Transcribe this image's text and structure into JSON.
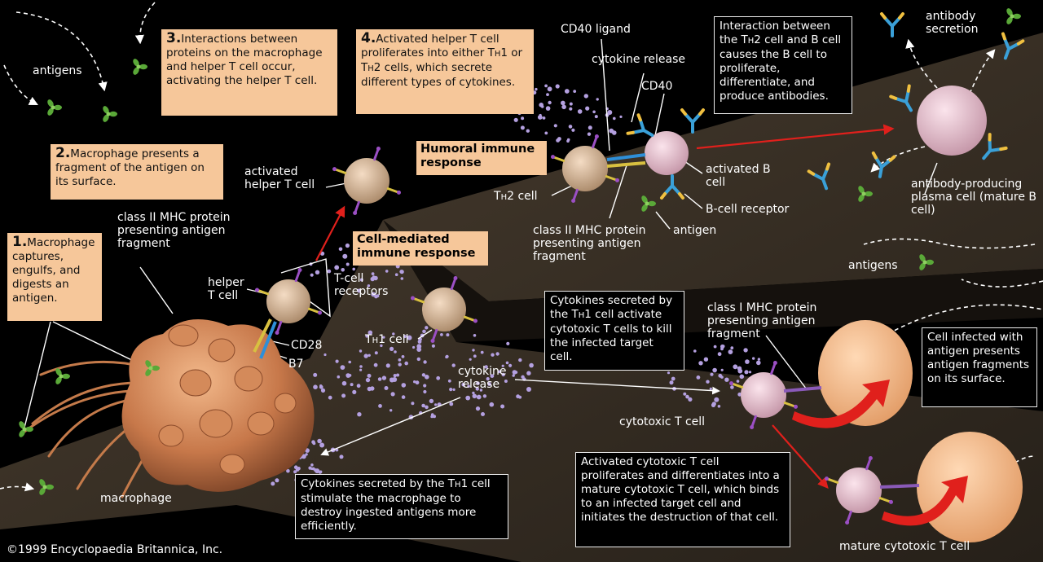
{
  "steps": {
    "s1": {
      "num": "1.",
      "text": "Macrophage captures, engulfs, and digests an antigen."
    },
    "s2": {
      "num": "2.",
      "text": "Macrophage presents a fragment of the antigen on its surface."
    },
    "s3": {
      "num": "3.",
      "text": "Interactions between proteins on the macrophage and helper T cell occur, activating the helper T cell."
    },
    "s4": {
      "num": "4.",
      "text_a": "Activated helper T cell proliferates into either T",
      "sub_a": "H",
      "text_b": "1 or T",
      "sub_b": "H",
      "text_c": "2 cells, which secrete different types of cytokines."
    }
  },
  "headings": {
    "humoral": "Humoral immune response",
    "cell_mediated": "Cell-mediated immune response"
  },
  "notes": {
    "th2_b": {
      "a": "Interaction between the T",
      "sub": "H",
      "b": "2 cell and B cell causes the B cell to proliferate, differentiate, and produce antibodies."
    },
    "th1_cytotoxic": {
      "a": "Cytokines secreted by the T",
      "sub": "H",
      "b": "1 cell activate cytotoxic T cells to kill the infected target cell."
    },
    "infected": "Cell infected with antigen presents antigen fragments on its surface.",
    "macrophage_cytokines": {
      "a": "Cytokines secreted by the T",
      "sub": "H",
      "b": "1 cell stimulate the macrophage to destroy ingested antigens more efficiently."
    },
    "activated_cytotoxic": "Activated cytotoxic T cell proliferates and differentiates into a mature cytotoxic T cell, which binds to an infected target cell and initiates the destruction of that cell."
  },
  "labels": {
    "antigens_top": "antigens",
    "class2_mhc": "class II MHC protein presenting antigen fragment",
    "helper_t": "helper T cell",
    "t_cell_receptors": "T-cell receptors",
    "cd28": "CD28",
    "b7": "B7",
    "activated_helper": "activated helper T cell",
    "th1_cell_a": "T",
    "th1_cell_sub": "H",
    "th1_cell_b": "1 cell",
    "th2_cell_a": "T",
    "th2_cell_sub": "H",
    "th2_cell_b": "2 cell",
    "cd40_ligand": "CD40 ligand",
    "cytokine_release_top": "cytokine release",
    "cd40": "CD40",
    "activated_b": "activated B cell",
    "b_cell_receptor": "B-cell receptor",
    "antigen": "antigen",
    "class2_mhc_b": "class II MHC protein presenting antigen fragment",
    "antibody_secretion": "antibody secretion",
    "plasma_cell": "antibody-producing plasma cell (mature B cell)",
    "antigens_right": "antigens",
    "cytokine_release_mid": "cytokine release",
    "class1_mhc": "class I MHC protein presenting antigen fragment",
    "cytotoxic_t": "cytotoxic T cell",
    "mature_cytotoxic": "mature cytotoxic T cell",
    "macrophage": "macrophage",
    "copyright": "©1999 Encyclopaedia Britannica, Inc."
  },
  "colors": {
    "step_box": "#f6c79a",
    "band": "#3a3026",
    "arrow_red": "#e0201c",
    "cytokine_dots": "#b4a0e0"
  }
}
